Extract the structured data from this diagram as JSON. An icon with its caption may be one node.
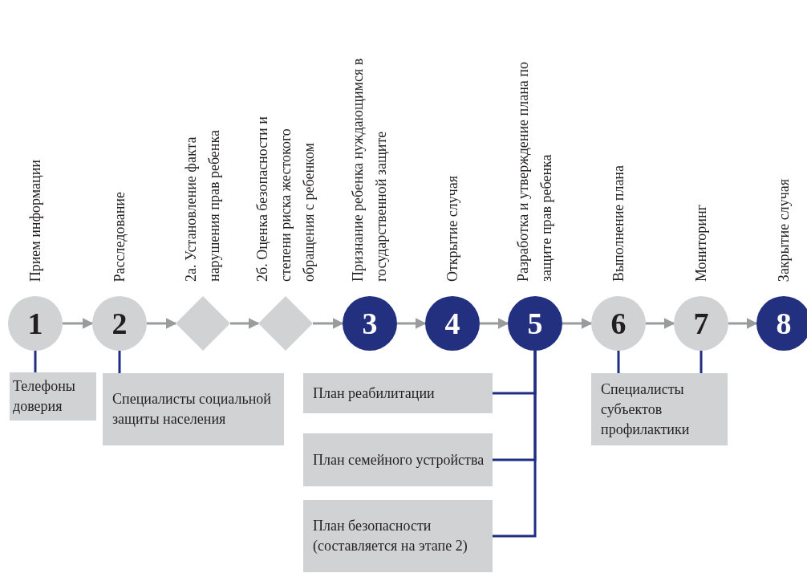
{
  "diagram": {
    "nodes": [
      {
        "text": [
          "1",
          "Прием информации"
        ]
      },
      {
        "text": [
          "2",
          "Расследование"
        ]
      },
      {
        "text": [
          "2а. Установление факта нарушения прав ребенка"
        ]
      },
      {
        "text": [
          "2б. Оценка безопасности и степени риска жестокого обращения с ребенком"
        ]
      },
      {
        "text": [
          "3",
          "Признание ребенка нуждающимся в государственной защите"
        ]
      },
      {
        "text": [
          "4",
          "Открытие случая"
        ]
      },
      {
        "text": [
          "5",
          "Разработка и утверждение плана по защите прав ребенка"
        ]
      },
      {
        "text": [
          "6",
          "Выполнение плана"
        ]
      },
      {
        "text": [
          "7",
          "Мониторинг"
        ]
      },
      {
        "text": [
          "8",
          "Закрытие случая"
        ]
      },
      {
        "text": [
          "Телефоны доверия"
        ]
      },
      {
        "text": [
          "Специалисты социальной защиты населения"
        ]
      },
      {
        "text": [
          "План реабилитации"
        ]
      },
      {
        "text": [
          "План семейного устройства"
        ]
      },
      {
        "text": [
          "План безопасности (составляется на этапе 2)"
        ]
      },
      {
        "text": [
          "Специалисты субъектов профилактики"
        ]
      }
    ],
    "edges": [
      {
        "from": 0,
        "to": 1,
        "arrow": "to"
      },
      {
        "from": 1,
        "to": 2,
        "arrow": "to"
      },
      {
        "from": 2,
        "to": 3,
        "arrow": "to"
      },
      {
        "from": 3,
        "to": 4,
        "arrow": "to"
      },
      {
        "from": 4,
        "to": 5,
        "arrow": "to"
      },
      {
        "from": 5,
        "to": 6,
        "arrow": "to"
      },
      {
        "from": 6,
        "to": 7,
        "arrow": "to"
      },
      {
        "from": 7,
        "to": 8,
        "arrow": "to"
      },
      {
        "from": 8,
        "to": 9,
        "arrow": "to"
      },
      {
        "from": 0,
        "to": 10,
        "arrow": "none",
        "color": "#1f2d84"
      },
      {
        "from": 1,
        "to": 11,
        "arrow": "none",
        "color": "#1f2d84"
      },
      {
        "from": 6,
        "to": 12,
        "arrow": "none",
        "color": "#1f2d84"
      },
      {
        "from": 6,
        "to": 13,
        "arrow": "none",
        "color": "#1f2d84"
      },
      {
        "from": 6,
        "to": 14,
        "arrow": "none",
        "color": "#1f2d84"
      },
      {
        "from": 7,
        "to": 15,
        "arrow": "none",
        "color": "#1f2d84"
      },
      {
        "from": 8,
        "to": 15,
        "arrow": "none",
        "color": "#1f2d84"
      }
    ]
  }
}
